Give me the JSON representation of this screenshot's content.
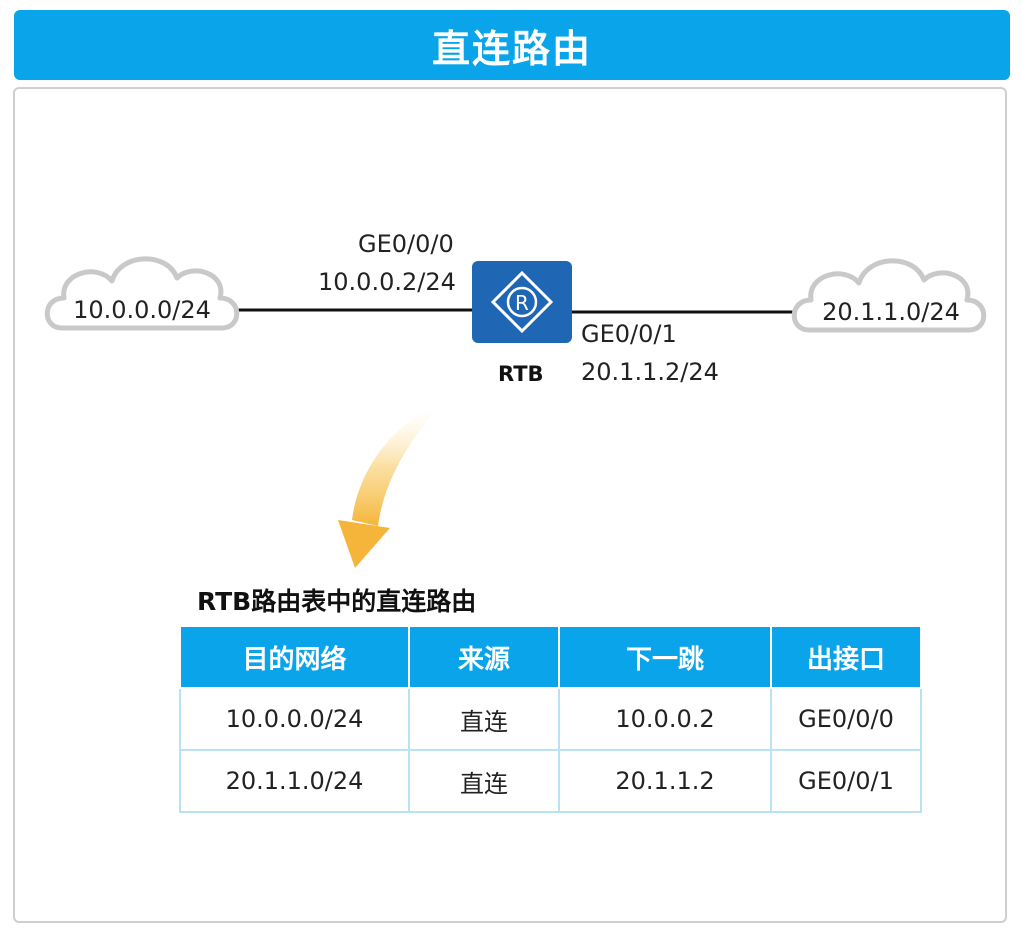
{
  "title": "直连路由",
  "networks": {
    "left": "10.0.0.0/24",
    "right": "20.1.1.0/24"
  },
  "router": {
    "name": "RTB",
    "icon_letter": "R",
    "if_left_name": "GE0/0/0",
    "if_left_ip": "10.0.0.2/24",
    "if_right_name": "GE0/0/1",
    "if_right_ip": "20.1.1.2/24"
  },
  "colors": {
    "accent": "#0aa4ea",
    "router": "#1f66b5",
    "arrow": "#f5b53a",
    "cloud_stroke": "#c9c9c9"
  },
  "table": {
    "caption": "RTB路由表中的直连路由",
    "headers": [
      "目的网络",
      "来源",
      "下一跳",
      "出接口"
    ],
    "rows": [
      [
        "10.0.0.0/24",
        "直连",
        "10.0.0.2",
        "GE0/0/0"
      ],
      [
        "20.1.1.0/24",
        "直连",
        "20.1.1.2",
        "GE0/0/1"
      ]
    ]
  }
}
